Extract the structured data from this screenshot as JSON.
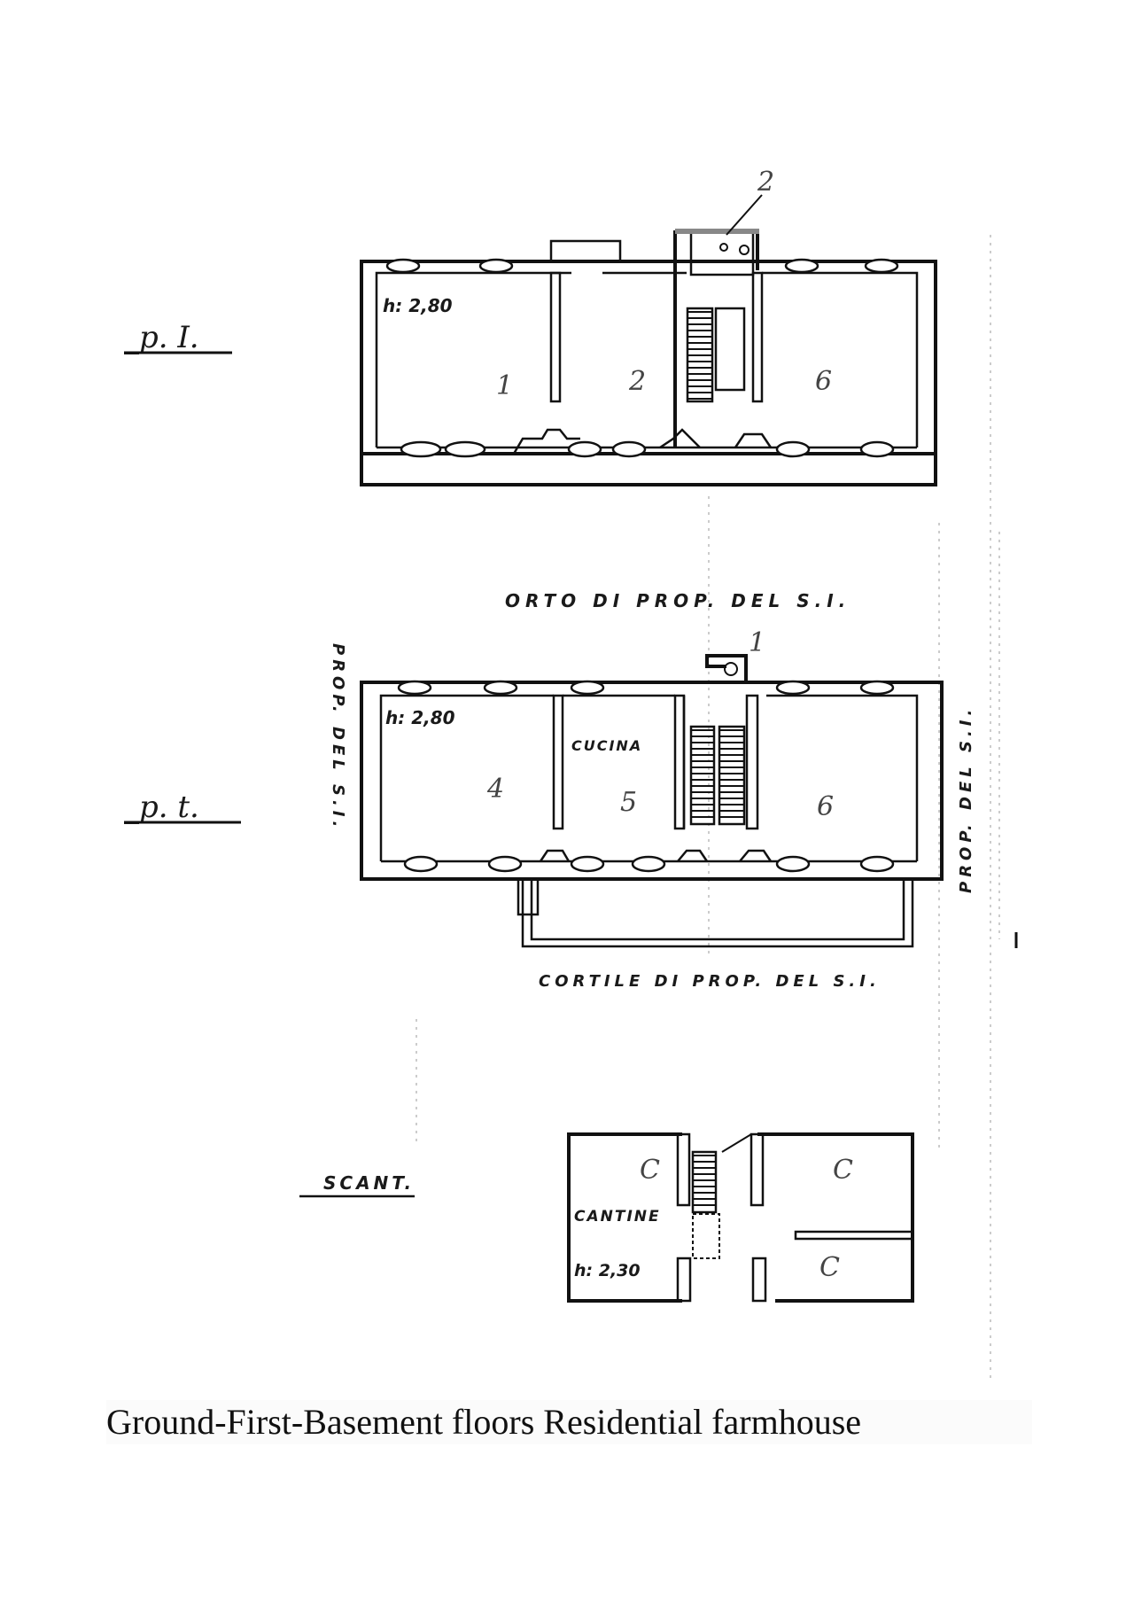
{
  "caption": "Ground-First-Basement floors Residential farmhouse",
  "floors": {
    "first": {
      "label": "_p. I.",
      "height_note": "h: 2,80",
      "room_numbers": [
        "1",
        "2",
        "6"
      ],
      "annotation": "2"
    },
    "ground": {
      "label": "_p. t.",
      "height_note": "h: 2,80",
      "kitchen": "CUCINA",
      "room_numbers": [
        "4",
        "5",
        "6"
      ],
      "annotation": "1"
    },
    "basement": {
      "label": "SCANT.",
      "cellars": "CANTINE",
      "height_note": "h: 2,30",
      "room_marks": [
        "C",
        "C",
        "C"
      ]
    }
  },
  "site": {
    "north": "ORTO DI PROP. DEL S.I.",
    "south": "CORTILE DI PROP. DEL S.I.",
    "west": "PROP. DEL S.I.",
    "east": "PROP. DEL S.I."
  },
  "colors": {
    "ink": "#111111",
    "paper": "#ffffff"
  }
}
